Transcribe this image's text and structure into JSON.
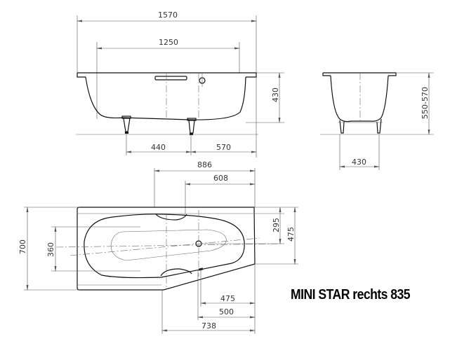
{
  "title": "MINI STAR rechts 835",
  "colors": {
    "line": "#111111",
    "dimension": "#555555",
    "background": "#ffffff"
  },
  "side_view": {
    "overall_length": "1570",
    "inner_length": "1250",
    "depth": "430",
    "foot_spacing": "440",
    "foot_to_end": "570"
  },
  "end_view": {
    "height_range": "550-570",
    "foot_width": "430"
  },
  "plan_view": {
    "drain_from_right_outer": "886",
    "drain_from_right_inner": "608",
    "width": "700",
    "inner_width": "360",
    "drain_offset_295": "295",
    "right_end_width": "475",
    "bottom_475": "475",
    "bottom_500": "500",
    "bottom_738": "738"
  }
}
